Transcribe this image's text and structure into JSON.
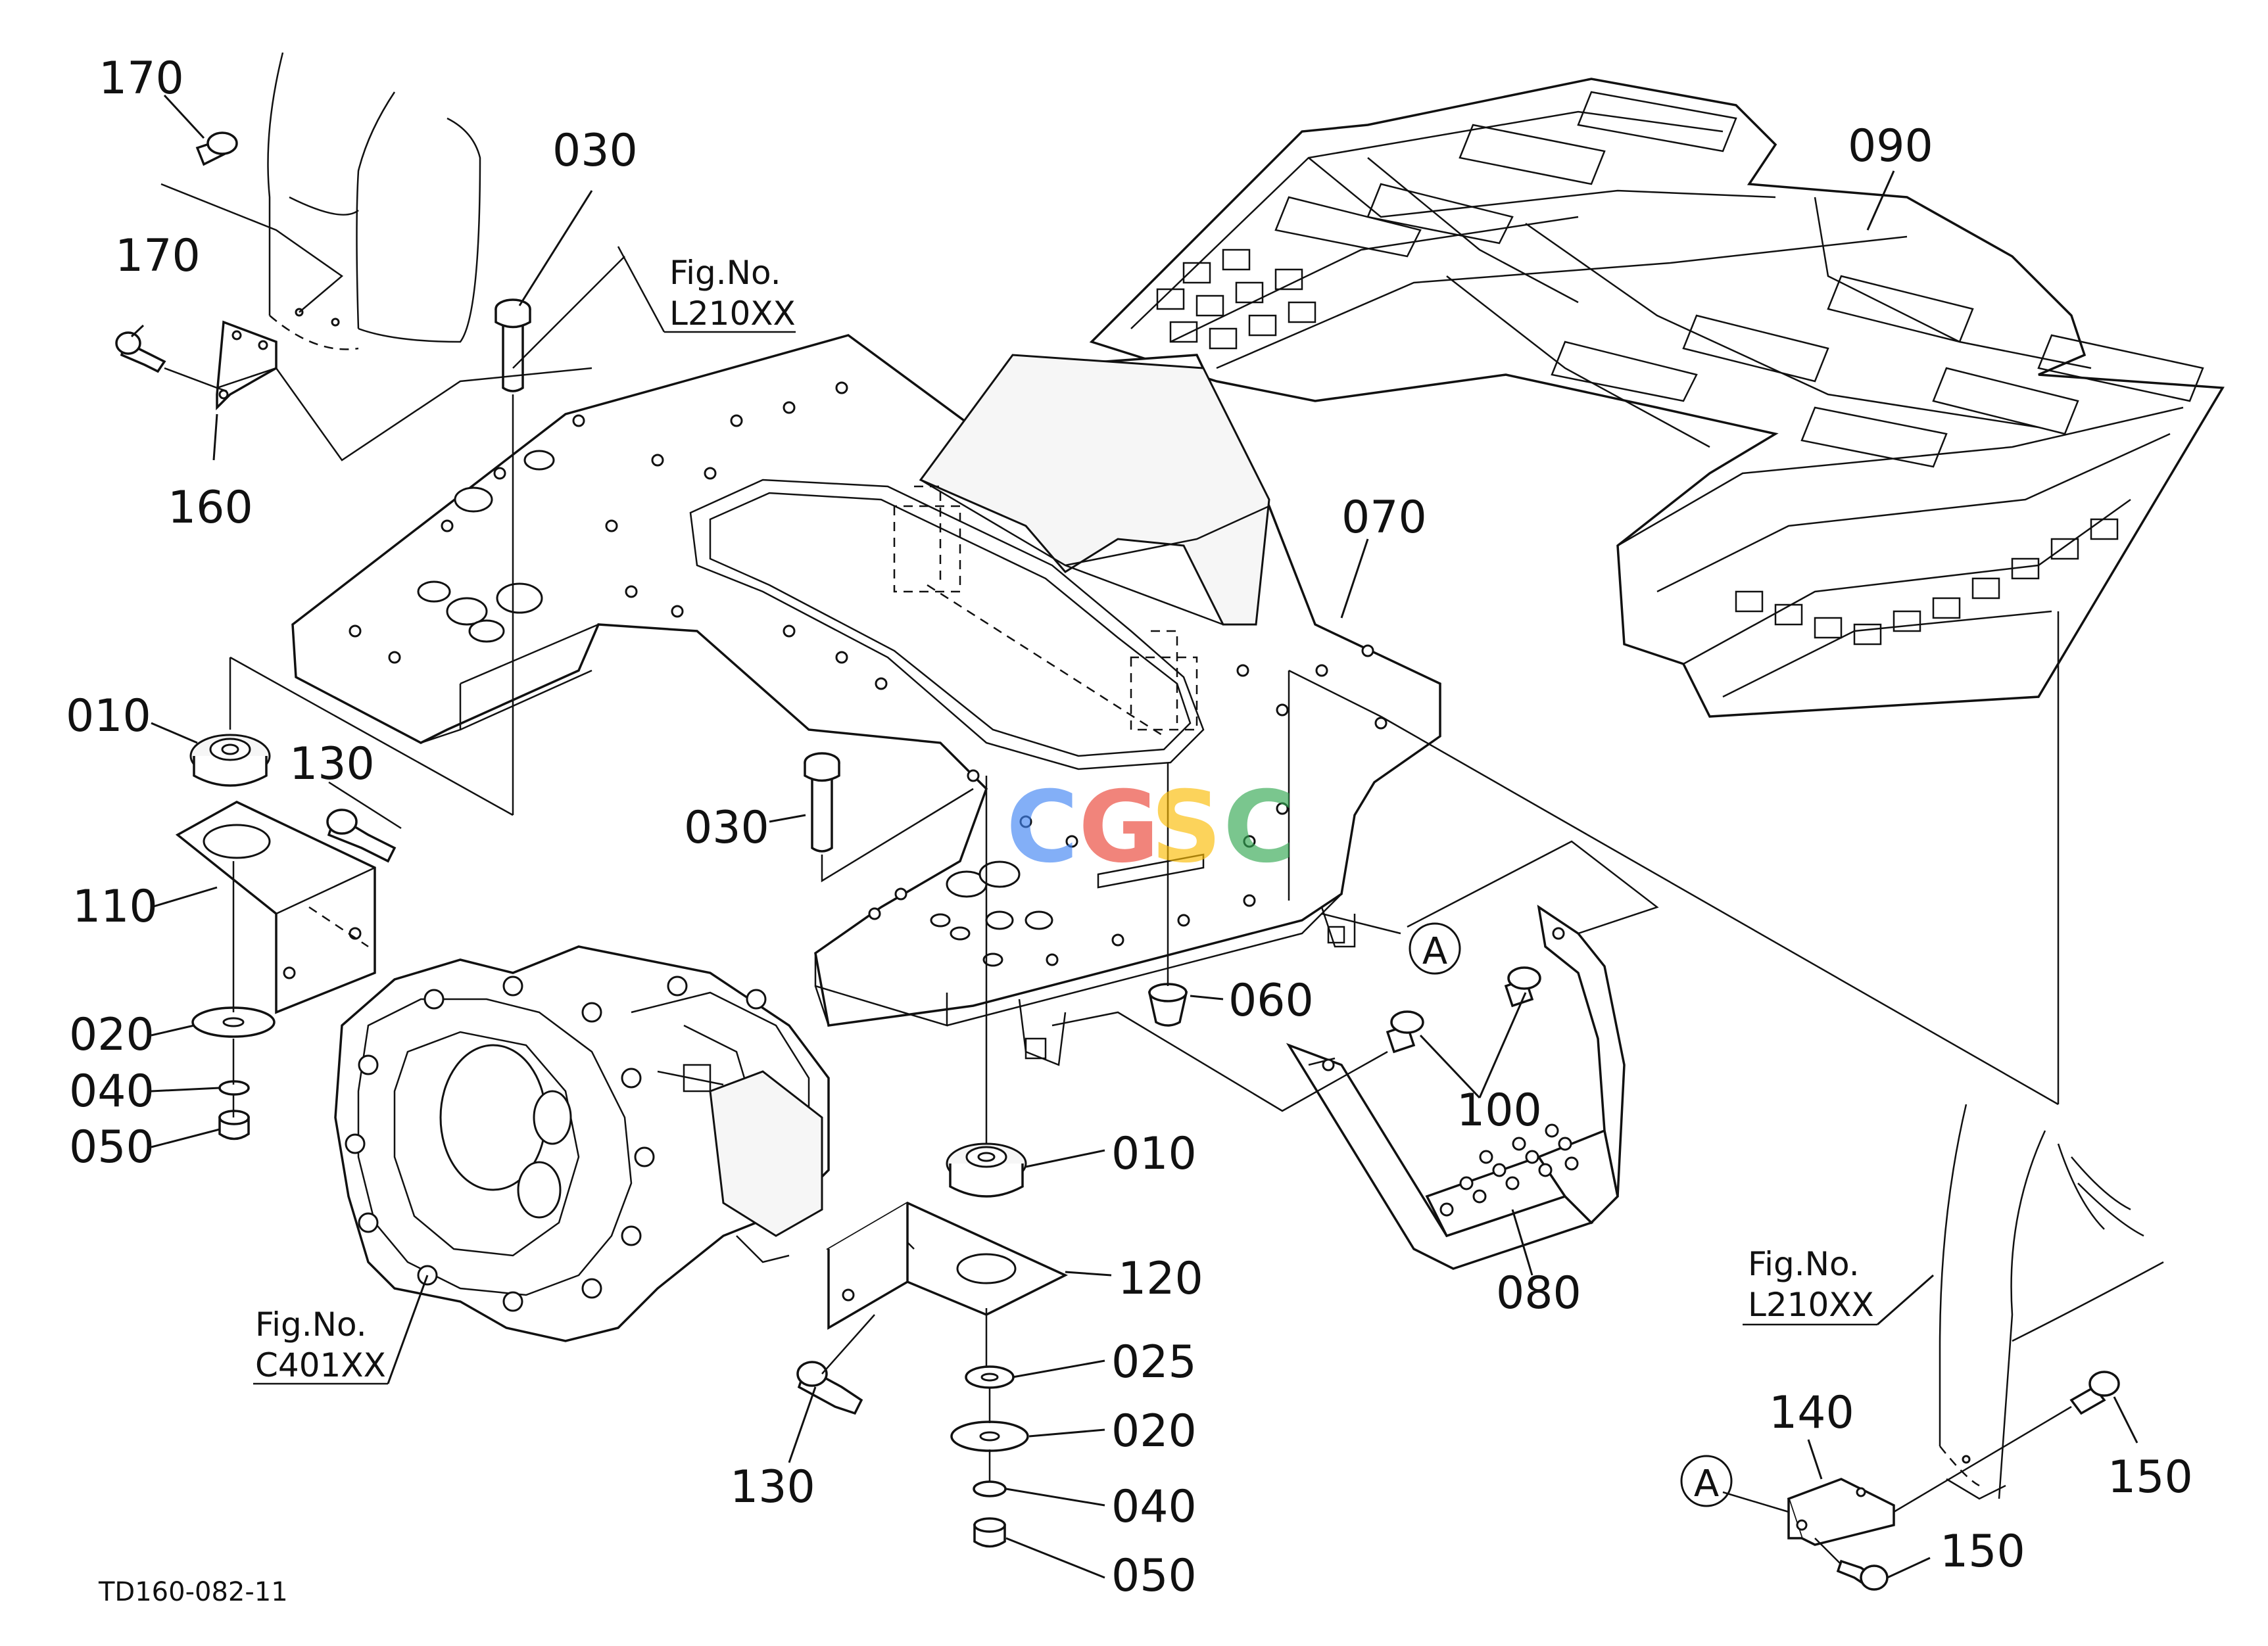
{
  "drawing_code": "TD160-082-11",
  "watermark": {
    "letters": [
      "C",
      "G",
      "S",
      "C"
    ],
    "colors": [
      "#4285F4",
      "#EA4335",
      "#FBBC05",
      "#34A853"
    ]
  },
  "fig_refs": {
    "top": {
      "title": "Fig.No.",
      "code": "L210XX"
    },
    "bottom_right": {
      "title": "Fig.No.",
      "code": "L210XX"
    },
    "transmission": {
      "title": "Fig.No.",
      "code": "C401XX"
    }
  },
  "callout_A": "A",
  "part_labels": {
    "p170_top": "170",
    "p170_mid": "170",
    "p160": "160",
    "p030_top": "030",
    "p030_mid": "030",
    "p090": "090",
    "p070": "070",
    "p010_left": "010",
    "p130_left": "130",
    "p110": "110",
    "p020_left": "020",
    "p040_left": "040",
    "p050_left": "050",
    "p060": "060",
    "p100": "100",
    "p080": "080",
    "p010_center": "010",
    "p120": "120",
    "p025": "025",
    "p020_center": "020",
    "p040_center": "040",
    "p050_center": "050",
    "p130_center": "130",
    "p140": "140",
    "p150_upper": "150",
    "p150_lower": "150"
  }
}
